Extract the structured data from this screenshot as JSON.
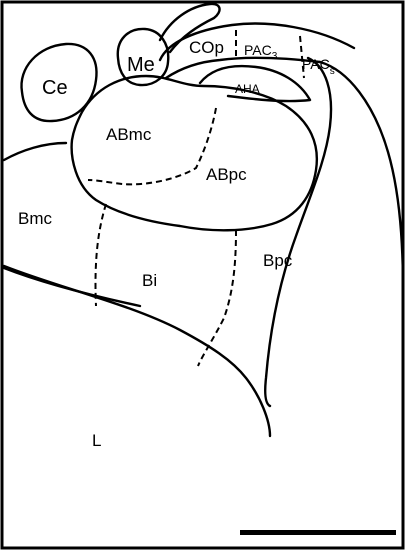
{
  "regions": {
    "ce": "Ce",
    "me": "Me",
    "cop": "COp",
    "pac3_base": "PAC",
    "pac3_sub": "3",
    "pacs_base": "PAC",
    "pacs_sub": "s",
    "aha": "AHA",
    "abmc": "ABmc",
    "abpc": "ABpc",
    "bmc": "Bmc",
    "bi": "Bi",
    "bpc": "Bpc",
    "l": "L"
  }
}
